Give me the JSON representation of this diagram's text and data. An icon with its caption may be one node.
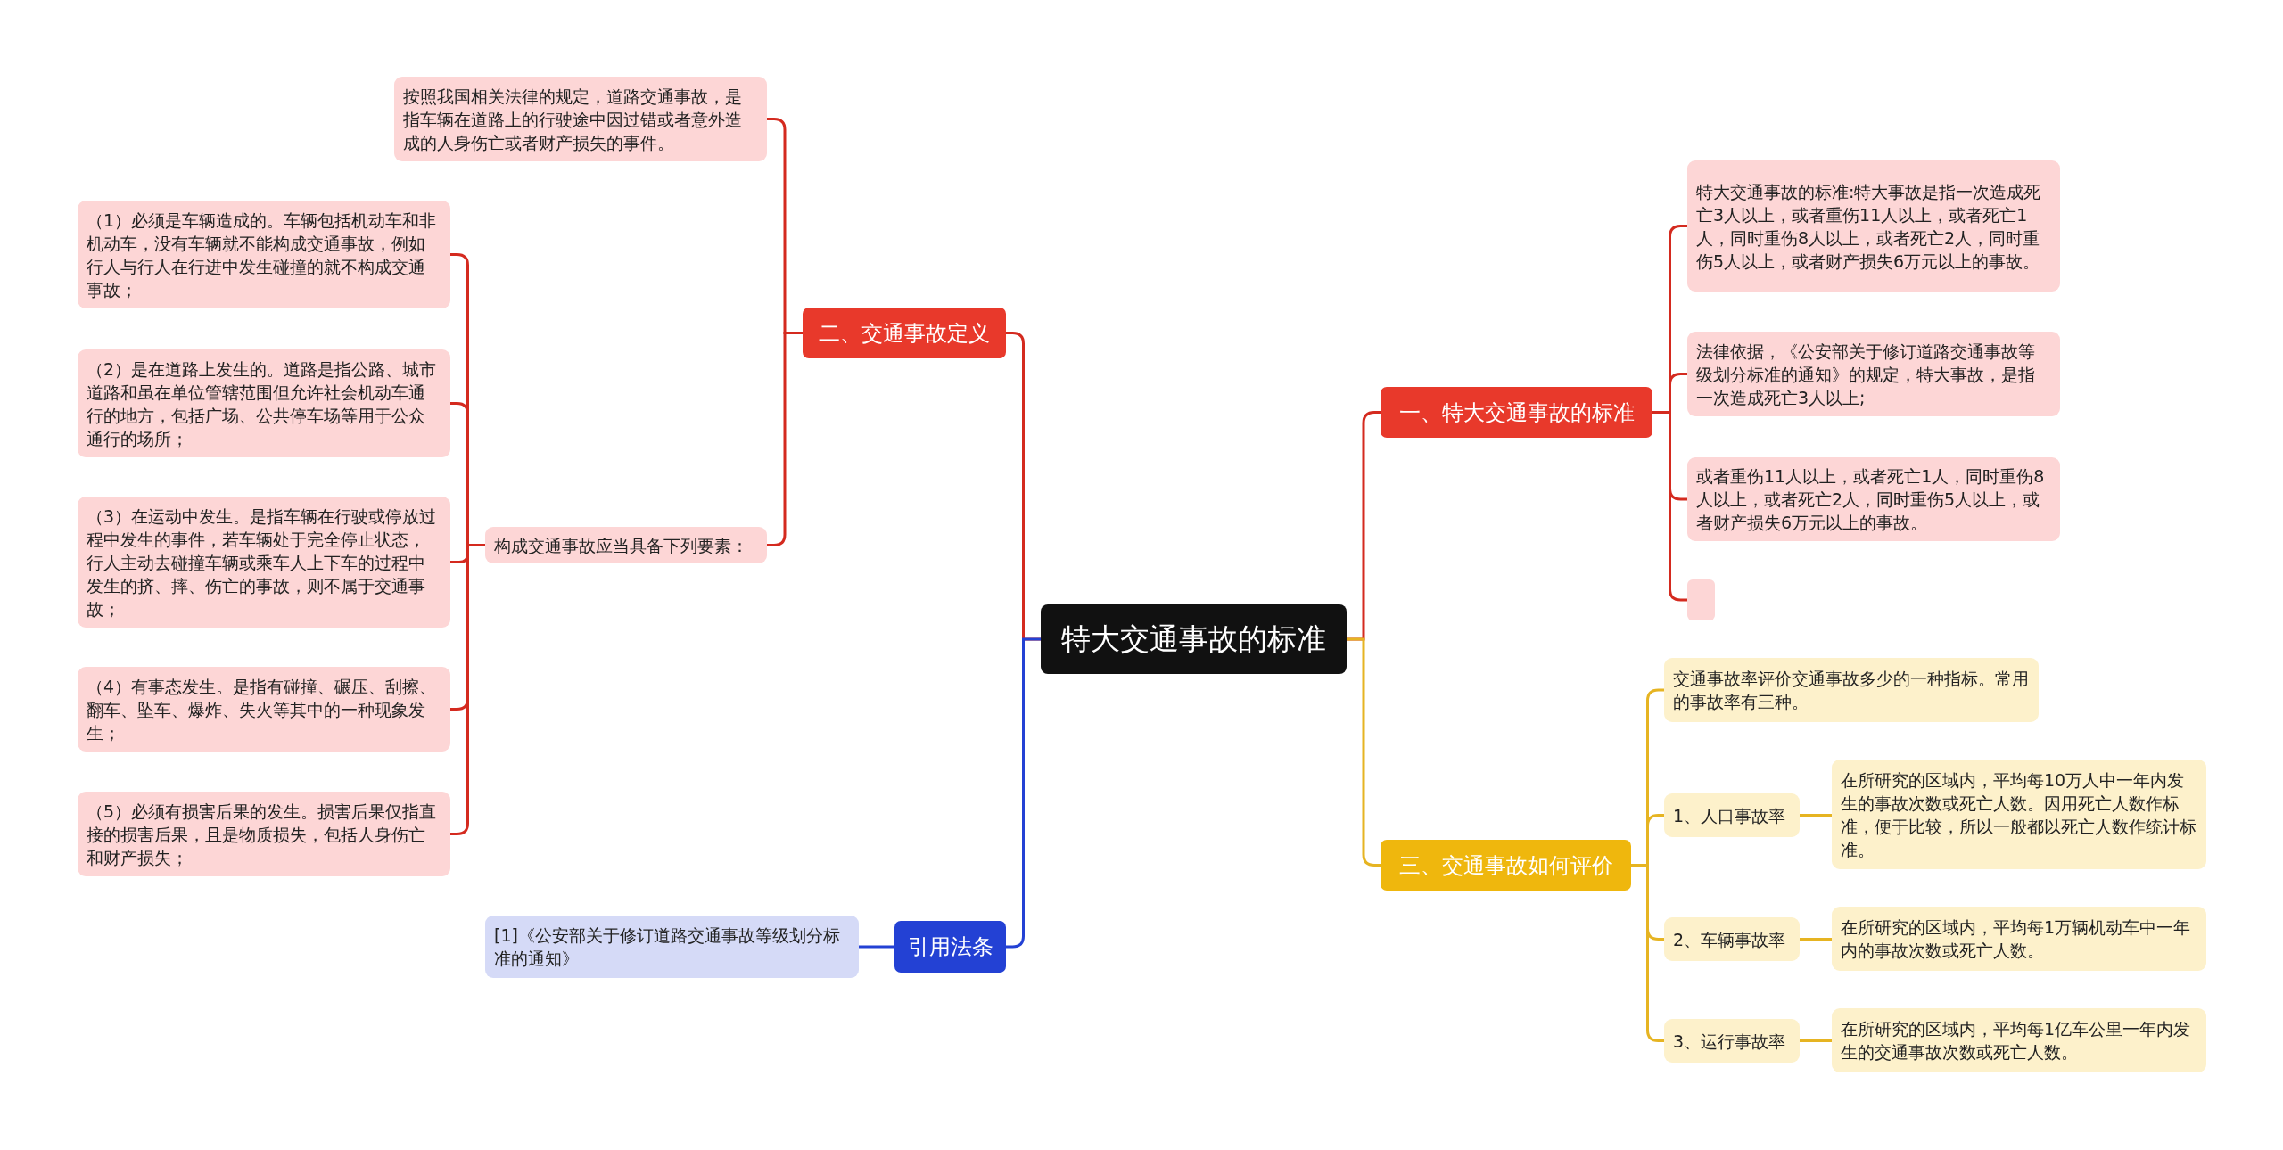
{
  "diagram": {
    "nodes": [
      {
        "text": [
          "特大交通事故的标准"
        ]
      },
      {
        "text": [
          "二、交通事故定义"
        ]
      },
      {
        "text": [
          "按照我国相关法律的规定，道路交通事故，是指车辆在道路上的行驶途中因过错或者意外造成的人身伤亡或者财产损失的事件。"
        ]
      },
      {
        "text": [
          "构成交通事故应当具备下列要素："
        ]
      },
      {
        "text": [
          "（1）必须是车辆造成的。车辆包括机动车和非机动车，没有车辆就不能构成交通事故，例如行人与行人在行进中发生碰撞的就不构成交通事故；"
        ]
      },
      {
        "text": [
          "（2）是在道路上发生的。道路是指公路、城市道路和虽在单位管辖范围但允许社会机动车通行的地方，包括广场、公共停车场等用于公众通行的场所；"
        ]
      },
      {
        "text": [
          "（3）在运动中发生。是指车辆在行驶或停放过程中发生的事件，若车辆处于完全停止状态，行人主动去碰撞车辆或乘车人上下车的过程中发生的挤、摔、伤亡的事故，则不属于交通事故；"
        ]
      },
      {
        "text": [
          "（4）有事态发生。是指有碰撞、碾压、刮擦、翻车、坠车、爆炸、失火等其中的一种现象发生；"
        ]
      },
      {
        "text": [
          "（5）必须有损害后果的发生。损害后果仅指直接的损害后果，且是物质损失，包括人身伤亡和财产损失；"
        ]
      },
      {
        "text": [
          "引用法条"
        ]
      },
      {
        "text": [
          "[1]《公安部关于修订道路交通事故等级划分标准的通知》"
        ]
      },
      {
        "text": [
          "一、特大交通事故的标准"
        ]
      },
      {
        "text": [
          "特大交通事故的标准:特大事故是指一次造成死亡3人以上，或者重伤11人以上，或者死亡1人，同时重伤8人以上，或者死亡2人，同时重伤5人以上，或者财产损失6万元以上的事故。"
        ]
      },
      {
        "text": [
          "法律依据，《公安部关于修订道路交通事故等级划分标准的通知》的规定，特大事故，是指一次造成死亡3人以上;"
        ]
      },
      {
        "text": [
          "或者重伤11人以上，或者死亡1人，同时重伤8人以上，或者死亡2人，同时重伤5人以上，或者财产损失6万元以上的事故。"
        ]
      },
      {
        "text": [],
        "shape": "box"
      },
      {
        "text": [
          "三、交通事故如何评价"
        ]
      },
      {
        "text": [
          "交通事故率评价交通事故多少的一种指标。常用的事故率有三种。"
        ]
      },
      {
        "text": [
          "1、人口事故率"
        ]
      },
      {
        "text": [
          "在所研究的区域内，平均每10万人中一年内发生的事故次数或死亡人数。因用死亡人数作标准，便于比较，所以一般都以死亡人数作统计标准。"
        ]
      },
      {
        "text": [
          "2、车辆事故率"
        ]
      },
      {
        "text": [
          "在所研究的区域内，平均每1万辆机动车中一年内的事故次数或死亡人数。"
        ]
      },
      {
        "text": [
          "3、运行事故率"
        ]
      },
      {
        "text": [
          "在所研究的区域内，平均每1亿车公里一年内发生的交通事故次数或死亡人数。"
        ]
      }
    ],
    "edges": [
      {
        "from": 0,
        "to": 1,
        "arrow": "none"
      },
      {
        "from": 1,
        "to": 2,
        "arrow": "none"
      },
      {
        "from": 1,
        "to": 3,
        "arrow": "none"
      },
      {
        "from": 3,
        "to": 4,
        "arrow": "none"
      },
      {
        "from": 3,
        "to": 5,
        "arrow": "none"
      },
      {
        "from": 3,
        "to": 6,
        "arrow": "none"
      },
      {
        "from": 3,
        "to": 7,
        "arrow": "none"
      },
      {
        "from": 3,
        "to": 8,
        "arrow": "none"
      },
      {
        "from": 0,
        "to": 9,
        "arrow": "none",
        "color": "#2341d4"
      },
      {
        "from": 9,
        "to": 10,
        "arrow": "none",
        "color": "#2341d4"
      },
      {
        "from": 0,
        "to": 11,
        "arrow": "none"
      },
      {
        "from": 11,
        "to": 12,
        "arrow": "none"
      },
      {
        "from": 11,
        "to": 13,
        "arrow": "none"
      },
      {
        "from": 11,
        "to": 14,
        "arrow": "none"
      },
      {
        "from": 11,
        "to": 15,
        "arrow": "none"
      },
      {
        "from": 0,
        "to": 16,
        "arrow": "none",
        "color": "#e6b422"
      },
      {
        "from": 16,
        "to": 17,
        "arrow": "none",
        "color": "#e6b422"
      },
      {
        "from": 16,
        "to": 18,
        "arrow": "none",
        "color": "#e6b422"
      },
      {
        "from": 16,
        "to": 20,
        "arrow": "none",
        "color": "#e6b422"
      },
      {
        "from": 16,
        "to": 22,
        "arrow": "none",
        "color": "#e6b422"
      },
      {
        "from": 18,
        "to": 19,
        "arrow": "none",
        "color": "#e6b422"
      },
      {
        "from": 20,
        "to": 21,
        "arrow": "none",
        "color": "#e6b422"
      },
      {
        "from": 22,
        "to": 23,
        "arrow": "none",
        "color": "#e6b422"
      }
    ]
  }
}
